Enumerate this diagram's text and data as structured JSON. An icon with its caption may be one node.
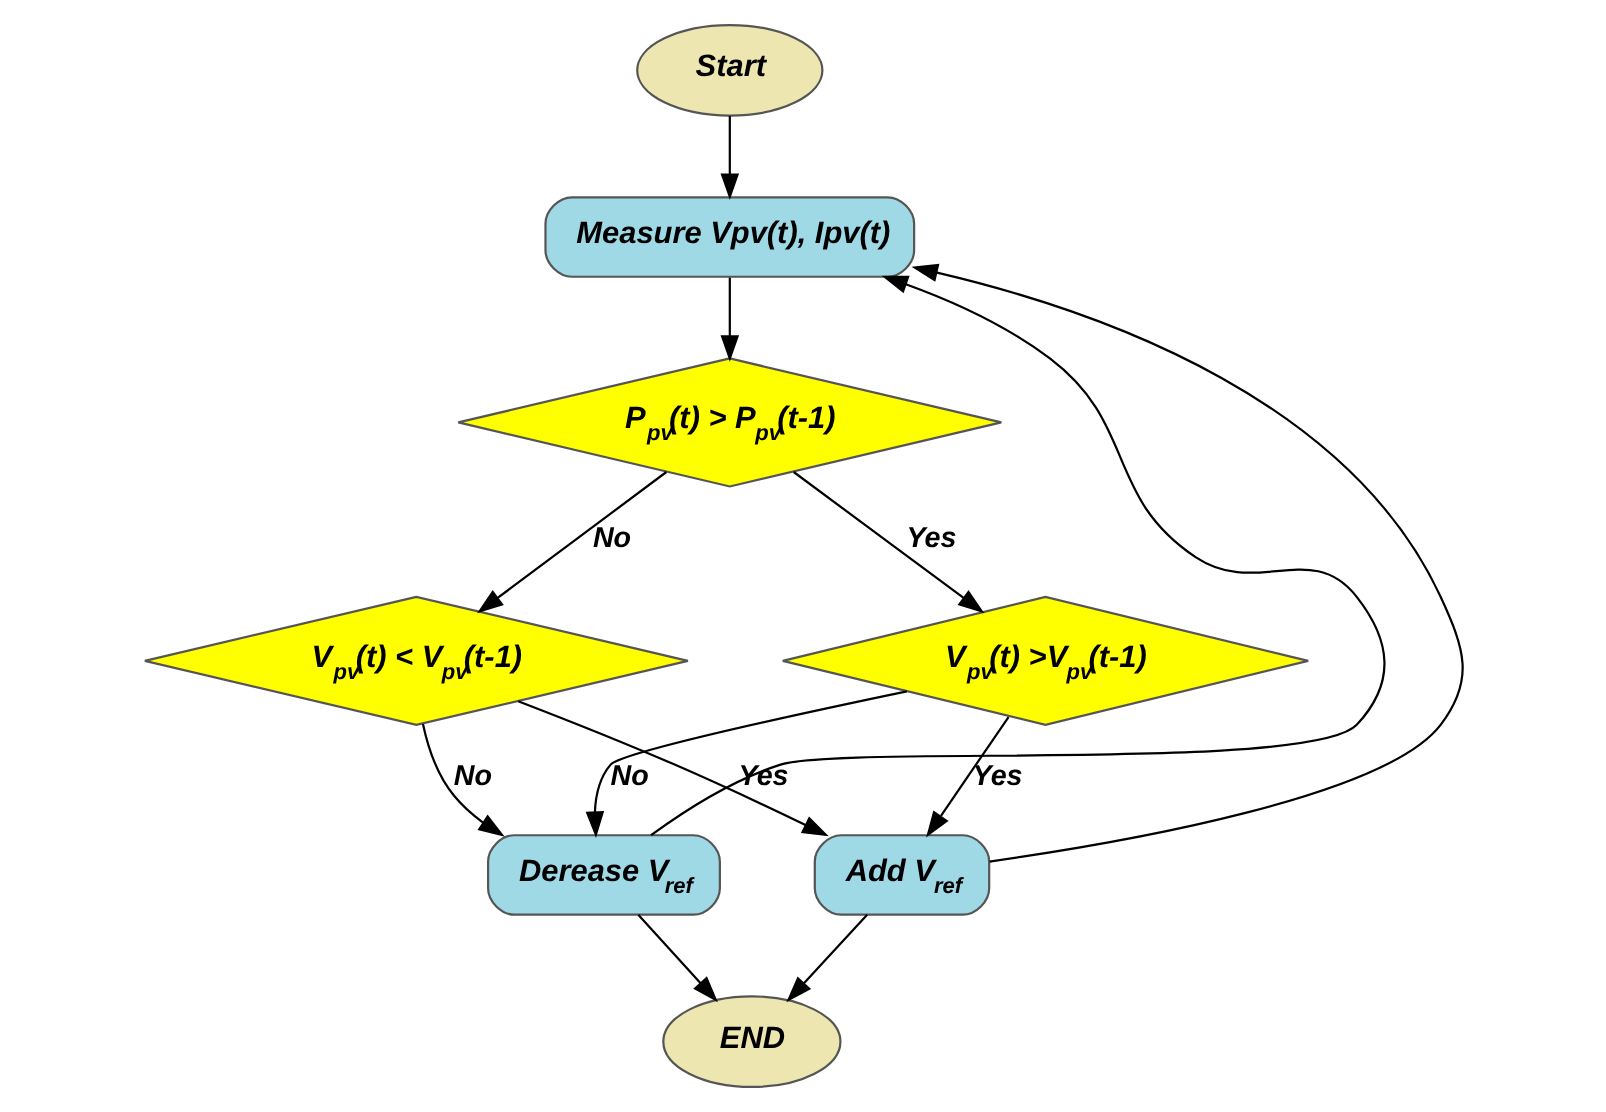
{
  "diagram": {
    "nodes": [
      {
        "text": [
          "Start"
        ]
      },
      {
        "text": [
          "Measure Vpv(t), Ipv(t)"
        ]
      },
      {
        "text": [
          "P$_{pv}$(t) > P$_{pv}$(t-1)"
        ]
      },
      {
        "text": [
          "V$_{pv}$(t) < V$_{pv}$(t-1)"
        ]
      },
      {
        "text": [
          "V$_{pv}$(t) >V$_{pv}$(t-1)"
        ]
      },
      {
        "text": [
          "Derease V$_{ref}$"
        ]
      },
      {
        "text": [
          "Add V$_{ref}$"
        ]
      },
      {
        "text": [
          "END"
        ]
      }
    ],
    "edges": [
      {
        "from": 0,
        "to": 1,
        "arrow": "to"
      },
      {
        "from": 1,
        "to": 2,
        "arrow": "to"
      },
      {
        "from": 2,
        "to": 3,
        "label": "No",
        "arrow": "to"
      },
      {
        "from": 2,
        "to": 4,
        "label": "Yes",
        "arrow": "to"
      },
      {
        "from": 3,
        "to": 5,
        "label": "No",
        "arrow": "to"
      },
      {
        "from": 3,
        "to": 6,
        "label": "Yes",
        "arrow": "to"
      },
      {
        "from": 4,
        "to": 5,
        "label": "No",
        "arrow": "to"
      },
      {
        "from": 4,
        "to": 6,
        "label": "Yes",
        "arrow": "to"
      },
      {
        "from": 5,
        "to": 7,
        "arrow": "to"
      },
      {
        "from": 6,
        "to": 7,
        "arrow": "to"
      },
      {
        "from": 5,
        "to": 1,
        "arrow": "to"
      },
      {
        "from": 6,
        "to": 1,
        "arrow": "to"
      }
    ]
  }
}
